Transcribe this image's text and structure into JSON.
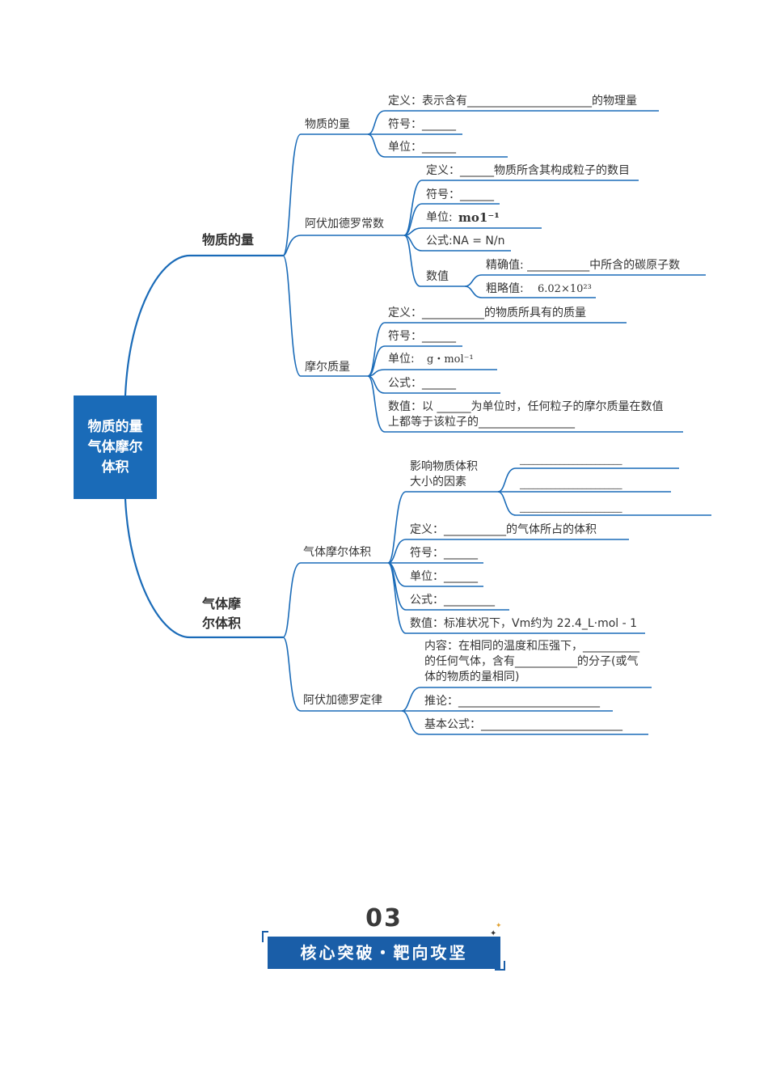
{
  "root": {
    "label": "物质的量 气体摩尔体积"
  },
  "branches": {
    "amount": "物质的量",
    "gas_molar_volume": "气体摩\n尔体积"
  },
  "amount_of_substance": {
    "title": "物质的量",
    "definition": "定义：表示含有______________________的物理量",
    "symbol": "符号：______",
    "unit": "单位：______"
  },
  "avogadro_constant": {
    "title": "阿伏加德罗常数",
    "definition": "定义：______物质所含其构成粒子的数目",
    "symbol": "符号：______",
    "unit_label": "单位:",
    "unit_value": "mo1⁻¹",
    "formula": "公式:NA = N/n",
    "value_label": "数值",
    "precise": "精确值:  ___________中所含的碳原子数",
    "approx_label": "粗略值:",
    "approx_value": "6.02×10²³"
  },
  "molar_mass": {
    "title": "摩尔质量",
    "definition": "定义：___________的物质所具有的质量",
    "symbol": "符号：______",
    "unit_label": "单位:",
    "unit_value": "g・mol⁻¹",
    "formula": "公式：______",
    "value_line1": "数值：以 ______为单位时，任何粒子的摩尔质量在数值",
    "value_line2": "上都等于该粒子的_________________"
  },
  "gas_molar_volume": {
    "title": "气体摩尔体积",
    "factors_line1": "影响物质体积",
    "factors_line2": "大小的因素",
    "factor_blank": "_______________________",
    "definition": "定义：___________的气体所占的体积",
    "symbol": "符号：______",
    "unit": "单位：______",
    "formula": "公式：_________",
    "value": "数值：标准状况下，Vm约为 22.4_L·mol - 1"
  },
  "avogadro_law": {
    "title": "阿伏加德罗定律",
    "content_line1": "内容：在相同的温度和压强下，__________",
    "content_line2": "的任何气体，含有___________的分子(或气",
    "content_line3": "体的物质的量相同)",
    "inference": "推论：_________________________",
    "basic_formula": "基本公式：_________________________"
  },
  "section": {
    "number": "03",
    "title": "核心突破・靶向攻坚"
  },
  "colors": {
    "line": "#1a6bb8",
    "box": "#1a6bb8",
    "banner": "#1a5ea8"
  }
}
